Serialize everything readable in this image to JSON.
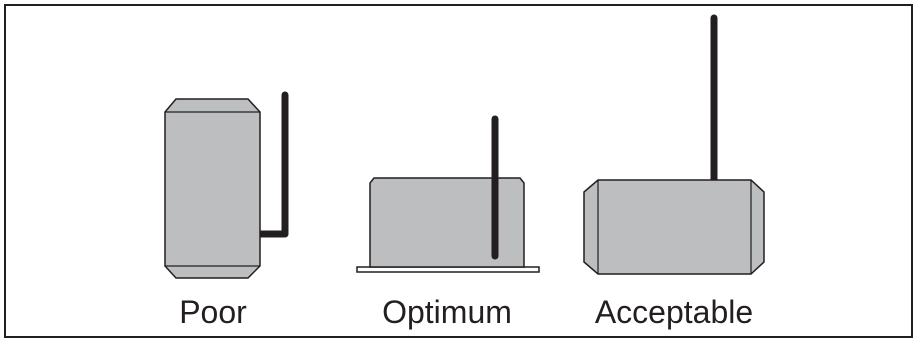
{
  "colors": {
    "border": "#231f20",
    "device_fill": "#bcbec0",
    "outline": "#231f20",
    "antenna": "#231f20",
    "background": "#ffffff"
  },
  "panels": [
    {
      "id": "poor",
      "label": "Poor",
      "orientation": "vertical",
      "antenna": "bent"
    },
    {
      "id": "optimum",
      "label": "Optimum",
      "orientation": "horizontal",
      "antenna": "vertical-through-body"
    },
    {
      "id": "acceptable",
      "label": "Acceptable",
      "orientation": "horizontal",
      "antenna": "vertical-on-top"
    }
  ]
}
